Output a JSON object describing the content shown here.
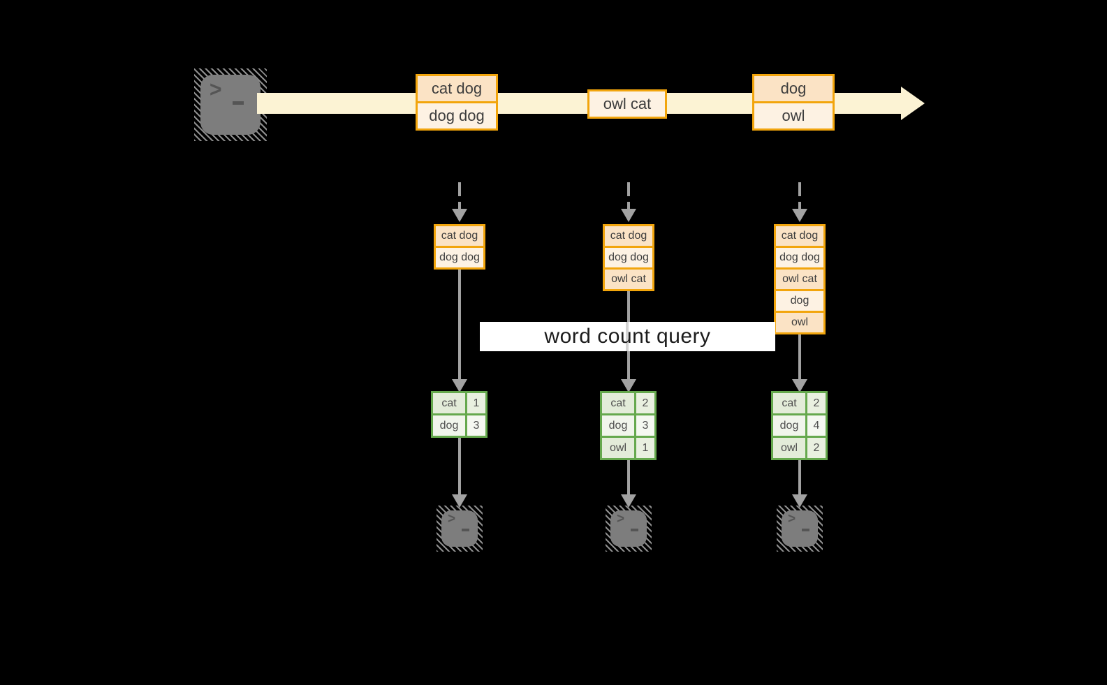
{
  "query_label": "word count query",
  "icons": {
    "prompt": ">",
    "source_terminal": "terminal-icon",
    "consumer_terminals": [
      "terminal-icon",
      "terminal-icon",
      "terminal-icon"
    ]
  },
  "stream": {
    "boxes": [
      {
        "cells": [
          "cat dog",
          "dog dog"
        ]
      },
      {
        "cells": [
          "owl cat"
        ]
      },
      {
        "cells": [
          "dog",
          "owl"
        ]
      }
    ]
  },
  "columns": [
    {
      "buffer": [
        "cat dog",
        "dog dog"
      ],
      "table": {
        "rows": [
          {
            "word": "cat",
            "count": "1"
          },
          {
            "word": "dog",
            "count": "3"
          }
        ]
      }
    },
    {
      "buffer": [
        "cat dog",
        "dog dog",
        "owl cat"
      ],
      "table": {
        "rows": [
          {
            "word": "cat",
            "count": "2"
          },
          {
            "word": "dog",
            "count": "3"
          },
          {
            "word": "owl",
            "count": "1"
          }
        ]
      }
    },
    {
      "buffer": [
        "cat dog",
        "dog dog",
        "owl cat",
        "dog",
        "owl"
      ],
      "table": {
        "rows": [
          {
            "word": "cat",
            "count": "2"
          },
          {
            "word": "dog",
            "count": "4"
          },
          {
            "word": "owl",
            "count": "2"
          }
        ]
      }
    }
  ],
  "colors": {
    "amber": "#f2a50c",
    "peachDark": "#fbe3c5",
    "peachLight": "#fdf2e3",
    "cream": "#fcf3d4",
    "greenBorder": "#65a84d",
    "sageDark": "#e3ecd9",
    "sageDarkNum": "#e9f0e0",
    "sageLight": "#f1f5ec",
    "sageLightNum": "#f5f8f1",
    "arrowGray": "#a2a2a2",
    "termGray": "#7d7d7d",
    "termHatch": "#8f8f8f",
    "glyphGray": "#555555",
    "textDark": "#3d3d3d",
    "tableText": "#4f4f4f",
    "labelText": "#1c1c1c",
    "bg": "#000000"
  }
}
